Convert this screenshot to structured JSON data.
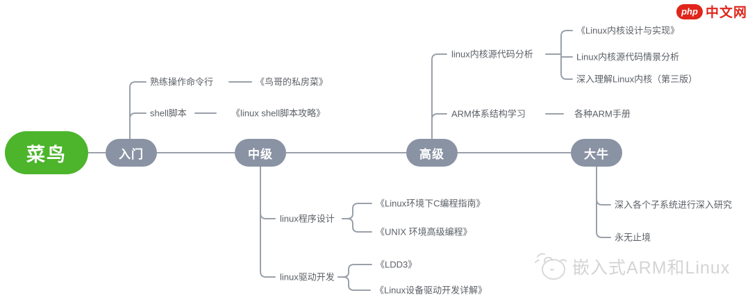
{
  "brand": {
    "logo_badge": "php",
    "logo_text": "中文网",
    "brand_red": "#e0251c"
  },
  "watermark": {
    "text": "嵌入式ARM和Linux",
    "icon": "cat-face-outline-icon",
    "color": "#d4d4d4"
  },
  "mindmap": {
    "colors": {
      "root_bg": "#4cb52b",
      "stage_bg": "#8a93a4",
      "line": "#9aa0aa",
      "text": "#5c6066"
    },
    "root": {
      "label": "菜鸟"
    },
    "stages": [
      {
        "label": "入门"
      },
      {
        "label": "中级"
      },
      {
        "label": "高级"
      },
      {
        "label": "大牛"
      }
    ],
    "entry": {
      "topics": [
        {
          "t": "熟练操作命令行",
          "book": "《鸟哥的私房菜》"
        },
        {
          "t": "shell脚本",
          "book": "《linux shell脚本攻略》"
        }
      ]
    },
    "intermediate": {
      "topics": [
        {
          "t": "linux程序设计",
          "books": [
            "《Linux环境下C编程指南》",
            "《UNIX 环境高级编程》"
          ]
        },
        {
          "t": "linux驱动开发",
          "books": [
            "《LDD3》",
            "《Linux设备驱动开发详解》"
          ]
        }
      ]
    },
    "advanced": {
      "topics": [
        {
          "t": "linux内核源代码分析",
          "books": [
            "《Linux内核设计与实现》",
            "Linux内核源代码情景分析",
            "深入理解Linux内核（第三版）"
          ]
        },
        {
          "t": "ARM体系结构学习",
          "books": [
            "各种ARM手册"
          ]
        }
      ]
    },
    "expert": {
      "topics": [
        {
          "t": "深入各个子系统进行深入研究"
        },
        {
          "t": "永无止境"
        }
      ]
    }
  }
}
